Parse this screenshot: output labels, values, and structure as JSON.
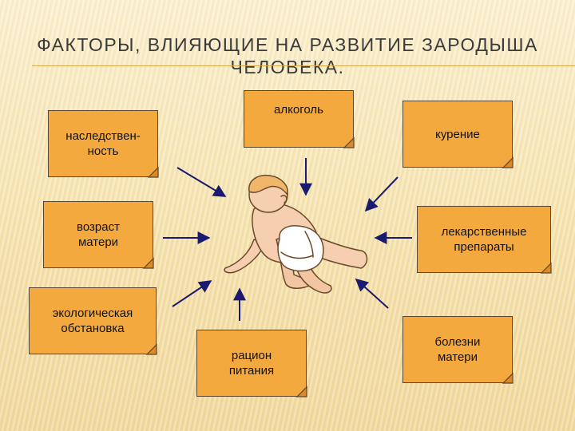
{
  "title": "ФАКТОРЫ,  ВЛИЯЮЩИЕ  НА   РАЗВИТИЕ ЗАРОДЫША ЧЕЛОВЕКА.",
  "factors": [
    {
      "id": "heredity",
      "label": "наследствен-\nность"
    },
    {
      "id": "alcohol",
      "label": "алкоголь"
    },
    {
      "id": "smoking",
      "label": "курение"
    },
    {
      "id": "mother-age",
      "label": "возраст\nматери"
    },
    {
      "id": "medications",
      "label": "лекарственные\nпрепараты"
    },
    {
      "id": "ecology",
      "label": "экологическая\nобстановка"
    },
    {
      "id": "nutrition",
      "label": "рацион\nпитания"
    },
    {
      "id": "mother-illness",
      "label": "болезни\nматери"
    }
  ],
  "colors": {
    "box_fill": "#f4a93e",
    "box_border": "#5a4630",
    "arrow": "#1a1a6e",
    "rule": "#d8a84a"
  },
  "image": {
    "name": "crawling-baby-illustration"
  }
}
